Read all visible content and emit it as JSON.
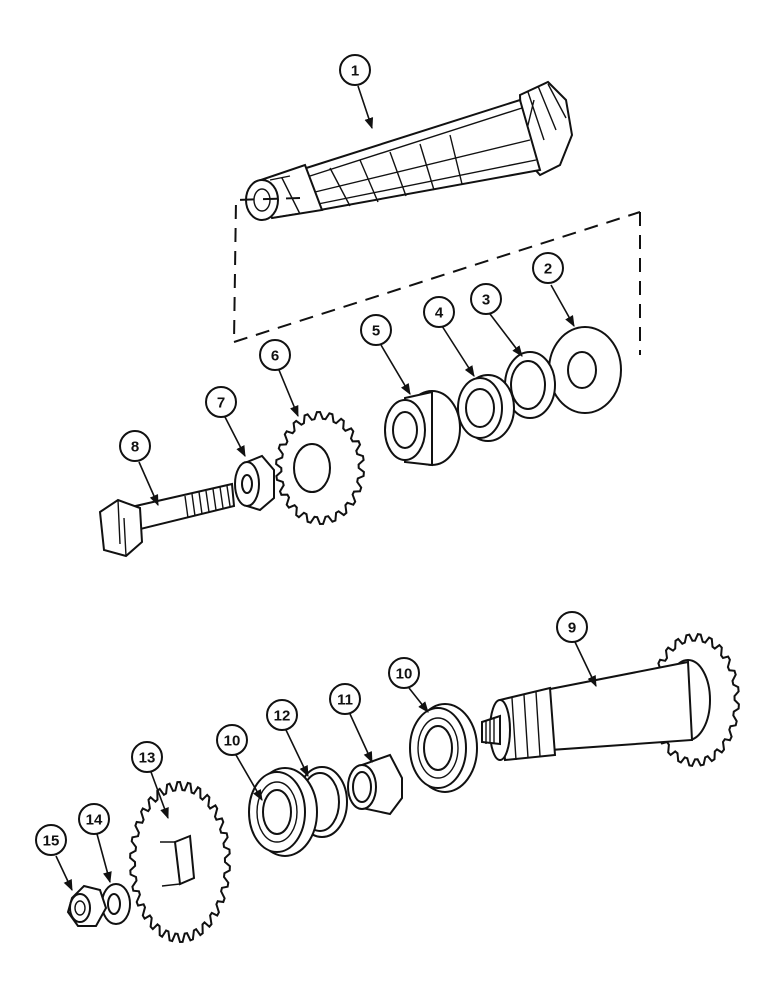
{
  "callouts": {
    "c1": "1",
    "c2": "2",
    "c3": "3",
    "c4": "4",
    "c5": "5",
    "c6": "6",
    "c7": "7",
    "c8": "8",
    "c9": "9",
    "c10a": "10",
    "c10b": "10",
    "c11": "11",
    "c12": "12",
    "c13": "13",
    "c14": "14",
    "c15": "15"
  }
}
